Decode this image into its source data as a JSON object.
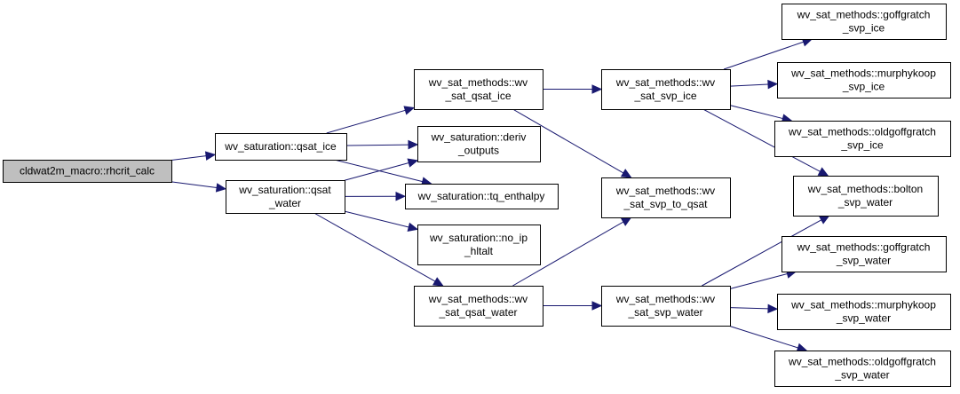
{
  "colors": {
    "edge": "#191970",
    "root_fill": "#bfbfbf",
    "node_fill": "#ffffff",
    "border": "#000000"
  },
  "nodes": [
    {
      "id": "rhcrit_calc",
      "lines": [
        "cldwat2m_macro::rhcrit_calc"
      ],
      "root": true
    },
    {
      "id": "qsat_ice",
      "lines": [
        "wv_saturation::qsat_ice"
      ]
    },
    {
      "id": "qsat_water",
      "lines": [
        "wv_saturation::qsat",
        "_water"
      ]
    },
    {
      "id": "wsm_qsat_ice",
      "lines": [
        "wv_sat_methods::wv",
        "_sat_qsat_ice"
      ]
    },
    {
      "id": "deriv_outputs",
      "lines": [
        "wv_saturation::deriv",
        "_outputs"
      ]
    },
    {
      "id": "tq_enthalpy",
      "lines": [
        "wv_saturation::tq_enthalpy"
      ]
    },
    {
      "id": "no_ip_hltalt",
      "lines": [
        "wv_saturation::no_ip",
        "_hltalt"
      ]
    },
    {
      "id": "wsm_qsat_water",
      "lines": [
        "wv_sat_methods::wv",
        "_sat_qsat_water"
      ]
    },
    {
      "id": "wsm_svp_ice",
      "lines": [
        "wv_sat_methods::wv",
        "_sat_svp_ice"
      ]
    },
    {
      "id": "wsm_svp_to_qsat",
      "lines": [
        "wv_sat_methods::wv",
        "_sat_svp_to_qsat"
      ]
    },
    {
      "id": "wsm_svp_water",
      "lines": [
        "wv_sat_methods::wv",
        "_sat_svp_water"
      ]
    },
    {
      "id": "goffgratch_ice",
      "lines": [
        "wv_sat_methods::goffgratch",
        "_svp_ice"
      ]
    },
    {
      "id": "murphykoop_ice",
      "lines": [
        "wv_sat_methods::murphykoop",
        "_svp_ice"
      ]
    },
    {
      "id": "oldgoffgratch_ice",
      "lines": [
        "wv_sat_methods::oldgoffgratch",
        "_svp_ice"
      ]
    },
    {
      "id": "bolton_water",
      "lines": [
        "wv_sat_methods::bolton",
        "_svp_water"
      ]
    },
    {
      "id": "goffgratch_water",
      "lines": [
        "wv_sat_methods::goffgratch",
        "_svp_water"
      ]
    },
    {
      "id": "murphykoop_water",
      "lines": [
        "wv_sat_methods::murphykoop",
        "_svp_water"
      ]
    },
    {
      "id": "oldgoffgratch_water",
      "lines": [
        "wv_sat_methods::oldgoffgratch",
        "_svp_water"
      ]
    }
  ],
  "edges": [
    [
      "rhcrit_calc",
      "qsat_ice"
    ],
    [
      "rhcrit_calc",
      "qsat_water"
    ],
    [
      "qsat_ice",
      "wsm_qsat_ice"
    ],
    [
      "qsat_ice",
      "deriv_outputs"
    ],
    [
      "qsat_ice",
      "tq_enthalpy"
    ],
    [
      "qsat_water",
      "deriv_outputs"
    ],
    [
      "qsat_water",
      "tq_enthalpy"
    ],
    [
      "qsat_water",
      "no_ip_hltalt"
    ],
    [
      "qsat_water",
      "wsm_qsat_water"
    ],
    [
      "wsm_qsat_ice",
      "wsm_svp_ice"
    ],
    [
      "wsm_qsat_ice",
      "wsm_svp_to_qsat"
    ],
    [
      "wsm_qsat_water",
      "wsm_svp_to_qsat"
    ],
    [
      "wsm_qsat_water",
      "wsm_svp_water"
    ],
    [
      "wsm_svp_ice",
      "goffgratch_ice"
    ],
    [
      "wsm_svp_ice",
      "murphykoop_ice"
    ],
    [
      "wsm_svp_ice",
      "oldgoffgratch_ice"
    ],
    [
      "wsm_svp_ice",
      "bolton_water"
    ],
    [
      "wsm_svp_water",
      "bolton_water"
    ],
    [
      "wsm_svp_water",
      "goffgratch_water"
    ],
    [
      "wsm_svp_water",
      "murphykoop_water"
    ],
    [
      "wsm_svp_water",
      "oldgoffgratch_water"
    ]
  ]
}
